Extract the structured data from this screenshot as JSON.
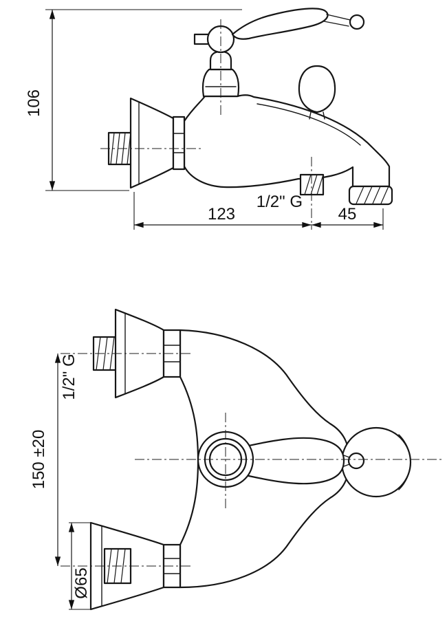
{
  "colors": {
    "line": "#161616",
    "background": "#ffffff"
  },
  "side_view": {
    "height_dim": "106",
    "reach_dim": "123",
    "outlet_dim": "45",
    "thread_label": "1/2\" G"
  },
  "front_view": {
    "centers_dim": "150 ±20",
    "thread_label": "1/2\" G",
    "flange_diameter_dim": "Ø65"
  }
}
